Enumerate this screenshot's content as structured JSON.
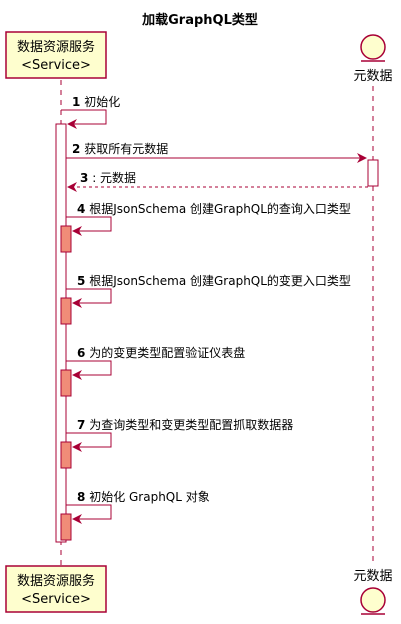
{
  "title": "加载GraphQL类型",
  "participants": {
    "service": {
      "line1": "数据资源服务",
      "line2": "<Service>"
    },
    "entity": {
      "label": "元数据"
    }
  },
  "messages": [
    {
      "num": "1",
      "text": "初始化"
    },
    {
      "num": "2",
      "text": "获取所有元数据"
    },
    {
      "num": "3",
      "text": ": 元数据"
    },
    {
      "num": "4",
      "text": "根据JsonSchema 创建GraphQL的查询入口类型"
    },
    {
      "num": "5",
      "text": "根据JsonSchema 创建GraphQL的变更入口类型"
    },
    {
      "num": "6",
      "text": "为的变更类型配置验证仪表盘"
    },
    {
      "num": "7",
      "text": "为查询类型和变更类型配置抓取数据器"
    },
    {
      "num": "8",
      "text": "初始化 GraphQL 对象"
    }
  ],
  "colors": {
    "participant_fill": "#FEFECE",
    "participant_stroke": "#A80036",
    "activation_fill": "#FFFFFF",
    "nested_activation_fill": "#F08C78",
    "arrow": "#A80036"
  }
}
